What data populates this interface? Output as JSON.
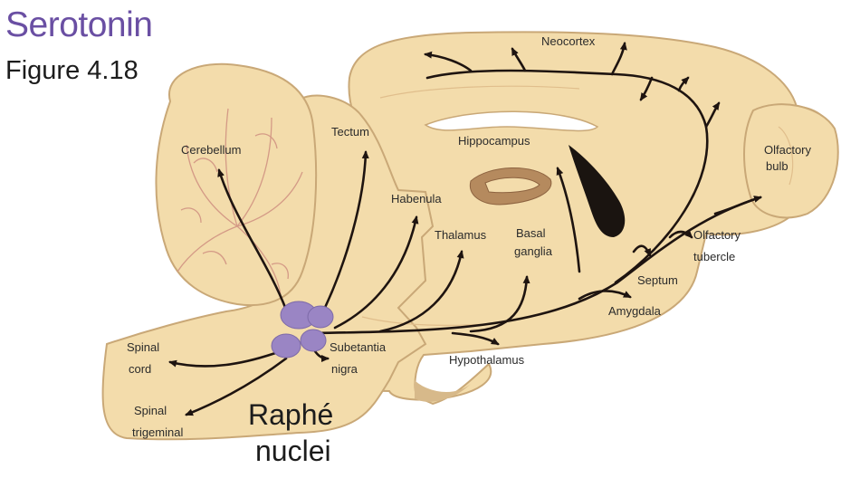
{
  "title": "Serotonin",
  "figure": "Figure 4.18",
  "labels": {
    "cerebellum": "Cerebellum",
    "tectum": "Tectum",
    "neocortex": "Neocortex",
    "hippocampus": "Hippocampus",
    "olfactory_bulb_1": "Olfactory",
    "olfactory_bulb_2": "bulb",
    "habenula": "Habenula",
    "thalamus": "Thalamus",
    "basal_ganglia_1": "Basal",
    "basal_ganglia_2": "ganglia",
    "olfactory_tubercle_1": "Olfactory",
    "olfactory_tubercle_2": "tubercle",
    "septum": "Septum",
    "amygdala": "Amygdala",
    "hypothalamus": "Hypothalamus",
    "substantia_nigra_1": "Subetantia",
    "substantia_nigra_2": "nigra",
    "spinal_cord_1": "Spinal",
    "spinal_cord_2": "cord",
    "spinal_trigeminal_1": "Spinal",
    "spinal_trigeminal_2": "trigeminal",
    "raphe_1": "Raphé",
    "raphe_2": "nuclei"
  },
  "colors": {
    "brain_fill": "#f3dcab",
    "outline": "#c9a877",
    "fold_lines": "#d49a86",
    "raphe_nuclei": "#9a85c4",
    "pathways": "#1e1410",
    "ventricle": "#1a1410",
    "title": "#6a4fa3"
  }
}
